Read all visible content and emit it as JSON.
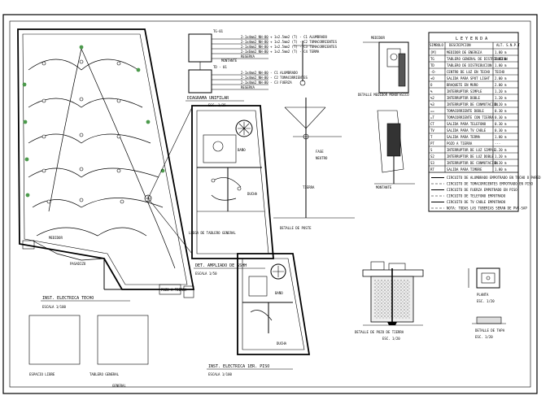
{
  "sheet": {
    "titles": {
      "electrical_plan": "INST. ELECTRICA TECHO",
      "scale_1": "ESCALA 1/100",
      "plot_label": "INST. ELECTRICA 1ER. PISO",
      "plot_scale": "ESCALA 1/100",
      "detail_enlarged": "DET. AMPLIADO DE SSHH",
      "detail_scale": "ESCALA 1/50",
      "boxes_label_1": "ESPACIO LIBRE",
      "boxes_label_2": "TABLERO GENERAL",
      "boxes_label_3": "GENERAL",
      "meter_detail": "DETALLE MEDIDOR MONOFASICO",
      "diagram": "DIAGRAMA UNIFILAR",
      "esc": "ESC. 1/25",
      "well_detail": "DETALLE DE POZO DE TIERRA",
      "well_scale": "ESC. 1/20",
      "plant_label": "PLANTA",
      "plant_scale": "ESC. 1/20",
      "cover_label": "DETALLE DE TAPA",
      "cover_scale": "ESC. 1/20",
      "pole_label": "DETALLE DE POSTE",
      "tg_label": "TG-01",
      "td_label": "TD - 01",
      "riser": "MONTANTE",
      "pasadizo": "PASADIZO",
      "bano": "BAÑO",
      "ducha": "DUCHA",
      "pozo": "POZO A TIERRA",
      "medidor": "MEDIDOR",
      "llega": "LLEGA DE TABLERO GENERAL",
      "fase": "FASE",
      "neutro": "NEUTRO",
      "tierra": "TIERRA"
    },
    "legend": {
      "title": "L E Y E N D A",
      "headers": [
        "SIMBOLO",
        "DESCRIPCION",
        "ALT. S.N.P.T"
      ],
      "rows": [
        {
          "symbol": "[M]",
          "desc": "MEDIDOR DE ENERGIA",
          "alt": "1.80 m"
        },
        {
          "symbol": "TG",
          "desc": "TABLERO GENERAL DE DISTRIBUCION",
          "alt": "1.80 m"
        },
        {
          "symbol": "TD",
          "desc": "TABLERO DE DISTRIBUCION",
          "alt": "1.80 m"
        },
        {
          "symbol": "-O-",
          "desc": "CENTRO DE LUZ EN TECHO",
          "alt": "TECHO"
        },
        {
          "symbol": "+O",
          "desc": "SALIDA PARA SPOT LIGHT",
          "alt": "2.00 m"
        },
        {
          "symbol": "O",
          "desc": "BRAQUETE EN MURO",
          "alt": "2.00 m"
        },
        {
          "symbol": "%",
          "desc": "INTERRUPTOR SIMPLE",
          "alt": "1.20 m"
        },
        {
          "symbol": "%2",
          "desc": "INTERRUPTOR DOBLE",
          "alt": "1.20 m"
        },
        {
          "symbol": "%3",
          "desc": "INTERRUPTOR DE CONMUTACION",
          "alt": "1.20 m"
        },
        {
          "symbol": "==",
          "desc": "TOMACORRIENTE DOBLE",
          "alt": "0.30 m"
        },
        {
          "symbol": "=T",
          "desc": "TOMACORRIENTE CON TIERRA",
          "alt": "0.30 m"
        },
        {
          "symbol": "CT",
          "desc": "SALIDA PARA TELEFONO",
          "alt": "0.30 m"
        },
        {
          "symbol": "TV",
          "desc": "SALIDA PARA TV CABLE",
          "alt": "0.30 m"
        },
        {
          "symbol": "T",
          "desc": "SALIDA PARA TERMA",
          "alt": "1.80 m"
        },
        {
          "symbol": "PT",
          "desc": "POZO A TIERRA",
          "alt": "---"
        },
        {
          "symbol": "S",
          "desc": "INTERRUPTOR DE LUZ SIMPLE",
          "alt": "1.20 m"
        },
        {
          "symbol": "S2",
          "desc": "INTERRUPTOR DE LUZ DOBLE",
          "alt": "1.20 m"
        },
        {
          "symbol": "S3",
          "desc": "INTERRUPTOR DE CONMUTACION",
          "alt": "1.20 m"
        },
        {
          "symbol": "RT",
          "desc": "SALIDA PARA TIMBRE",
          "alt": "1.80 m"
        }
      ],
      "notes": [
        "CIRCUITO DE ALUMBRADO EMPOTRADO EN TECHO O PARED",
        "CIRCUITO DE TOMACORRIENTES EMPOTRADO EN PISO",
        "CIRCUITO DE FUERZA EMPOTRADO EN PISO",
        "CIRCUITO DE TELEFONO EMPOTRADO",
        "CIRCUITO DE TV CABLE EMPOTRADO",
        "NOTA: TODAS LAS TUBERIAS SERAN DE PVC-SAP"
      ]
    },
    "diagram_rows": [
      "2-1x4mm2 NH-80 + 1x2.5mm2 (T) - C1 ALUMBRADO",
      "2-1x4mm2 NH-80 + 1x2.5mm2 (T) - C2 TOMACORRIENTES",
      "2-1x4mm2 NH-80 + 1x2.5mm2 (T) - C3 TOMACORRIENTES",
      "2-1x6mm2 NH-80 + 1x2.5mm2 (T) - C4 TERMA",
      "RESERVA"
    ],
    "diagram_rows_2": [
      "2-1x4mm2 NH-80 - C1 ALUMBRADO",
      "2-1x4mm2 NH-80 - C2 TOMACORRIENTES",
      "2-1x4mm2 NH-80 - C3 FUERZA",
      "RESERVA"
    ]
  }
}
